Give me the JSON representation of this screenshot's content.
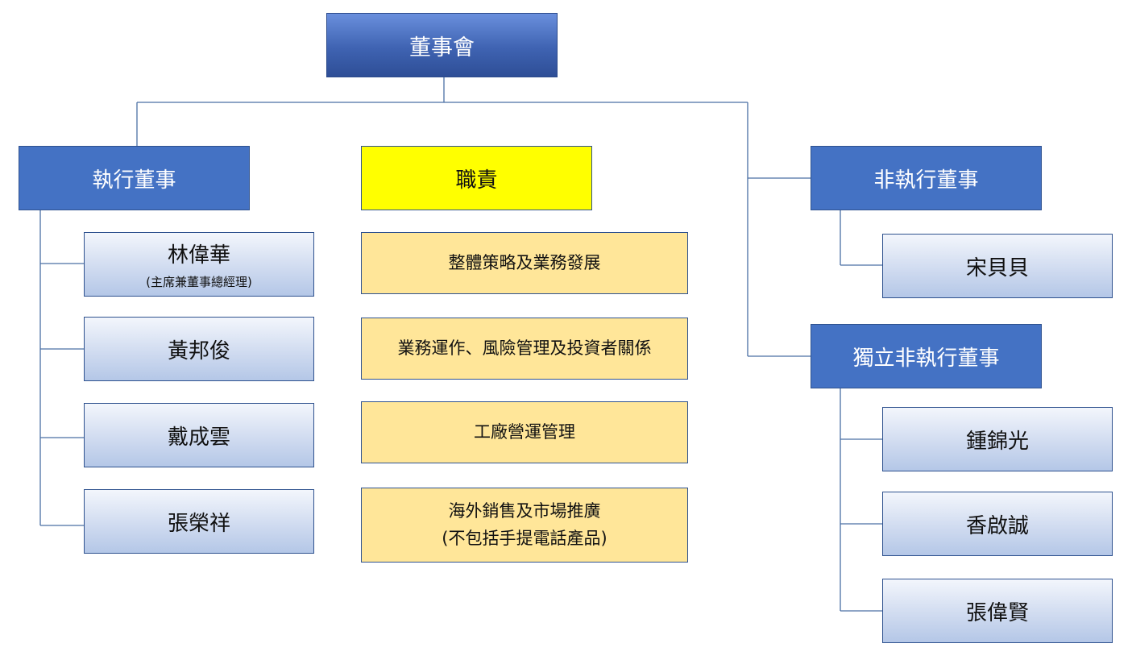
{
  "board": {
    "label": "董事會"
  },
  "executive": {
    "label": "執行董事",
    "members": [
      {
        "name": "林偉華",
        "title": "(主席兼董事總經理)"
      },
      {
        "name": "黃邦俊"
      },
      {
        "name": "戴成雲"
      },
      {
        "name": "張榮祥"
      }
    ]
  },
  "duties": {
    "label": "職責",
    "items": [
      {
        "line1": "整體策略及業務發展"
      },
      {
        "line1": "業務運作、風險管理及投資者關係"
      },
      {
        "line1": "工廠營運管理"
      },
      {
        "line1": "海外銷售及市場推廣",
        "line2": "(不包括手提電話產品)"
      }
    ]
  },
  "non_executive": {
    "label": "非執行董事",
    "members": [
      {
        "name": "宋貝貝"
      }
    ]
  },
  "independent": {
    "label": "獨立非執行董事",
    "members": [
      {
        "name": "鍾錦光"
      },
      {
        "name": "香啟誠"
      },
      {
        "name": "張偉賢"
      }
    ]
  },
  "colors": {
    "top_box": "#3f63b2",
    "category_box": "#4472c4",
    "person_box": "#cdd9ef",
    "duty_header": "#ffff00",
    "duty_box": "#ffe699",
    "connector": "#4a6fa5"
  }
}
